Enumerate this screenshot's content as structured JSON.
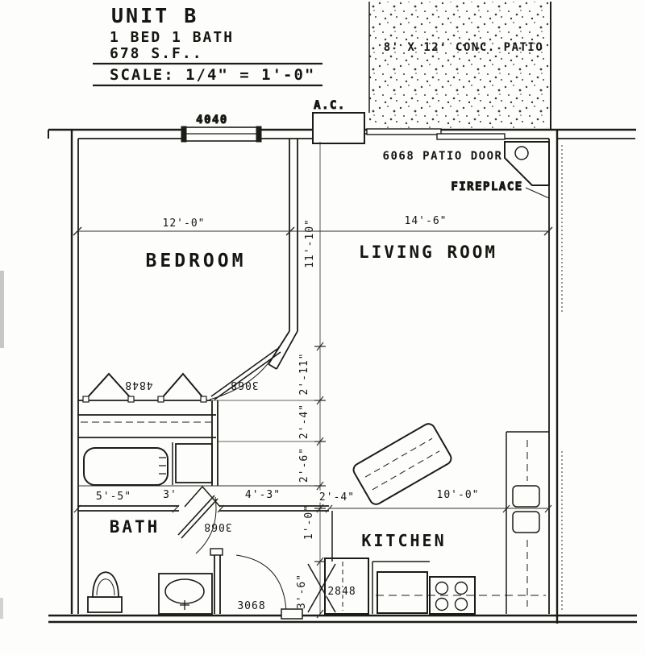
{
  "title_block": {
    "unit": "UNIT B",
    "beds_baths": "1 BED 1 BATH",
    "area": "678 S.F..",
    "scale": "SCALE: 1/4\" = 1'-0\""
  },
  "patio": {
    "label": "8' X 12' CONC. PATIO"
  },
  "annotations": {
    "ac_unit": "A.C.",
    "window_size": "4040",
    "patio_door": "6068 PATIO DOOR",
    "fireplace": "FIREPLACE"
  },
  "rooms": {
    "bedroom": "BEDROOM",
    "living_room": "LIVING ROOM",
    "bath": "BATH",
    "kitchen": "KITCHEN"
  },
  "door_tags": {
    "closet_bifold": "4848",
    "bedroom_door": "3068",
    "bath_door": "3068",
    "entry_door": "3068",
    "pantry_bifold": "2848"
  },
  "dimensions": {
    "bedroom_width": "12'-0\"",
    "living_width": "14'-6\"",
    "bedroom_depth": "11'-10\"",
    "seg_2_11": "2'-11\"",
    "seg_2_4": "2'-4\"",
    "seg_2_6": "2'-6\"",
    "seg_1_0": "1'-0\"",
    "seg_3_6": "3'-6\"",
    "bath_width": "5'-5\"",
    "bath_door_width": "3'",
    "hall_width": "4'-3\"",
    "kitchen_offset": "2'-4\"",
    "kitchen_width": "10'-0\""
  }
}
